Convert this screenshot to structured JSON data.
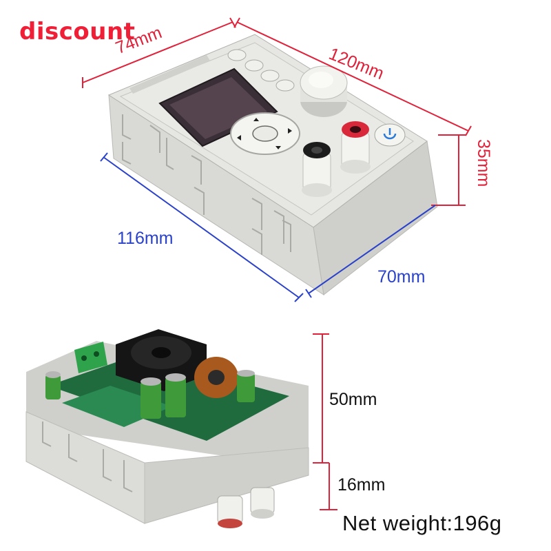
{
  "watermark": "discount",
  "dimensions": {
    "width_top": "74mm",
    "length_top": "120mm",
    "height_top": "35mm",
    "length_front": "116mm",
    "width_front": "70mm",
    "height_board": "50mm",
    "height_terminals": "16mm"
  },
  "net_weight": "Net weight:196g",
  "colors": {
    "dimension_red": "#e0213a",
    "dimension_blue": "#2a41c9",
    "watermark_red": "#ee1f36",
    "case_gray": "#d9d9d5"
  }
}
